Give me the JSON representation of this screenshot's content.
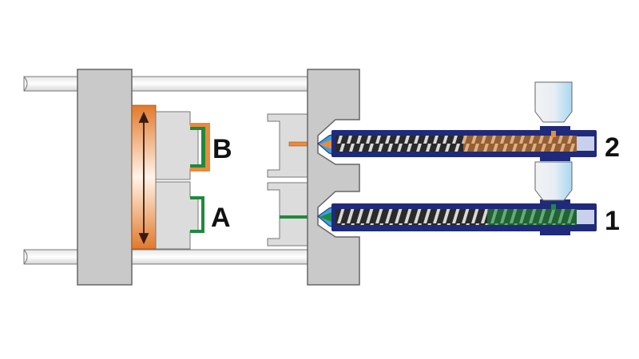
{
  "diagram": {
    "labels": {
      "cavity_b": "B",
      "cavity_a": "A",
      "unit_2": "2",
      "unit_1": "1"
    },
    "colors": {
      "platen": "#c9c9c9",
      "rotary_plate": "#e98a3e",
      "material_b": "#e98a3e",
      "material_a": "#1e8a3c",
      "barrel": "#1f2a7a",
      "nozzle": "#3aa0d8",
      "hopper": "#dfe9f2"
    }
  }
}
